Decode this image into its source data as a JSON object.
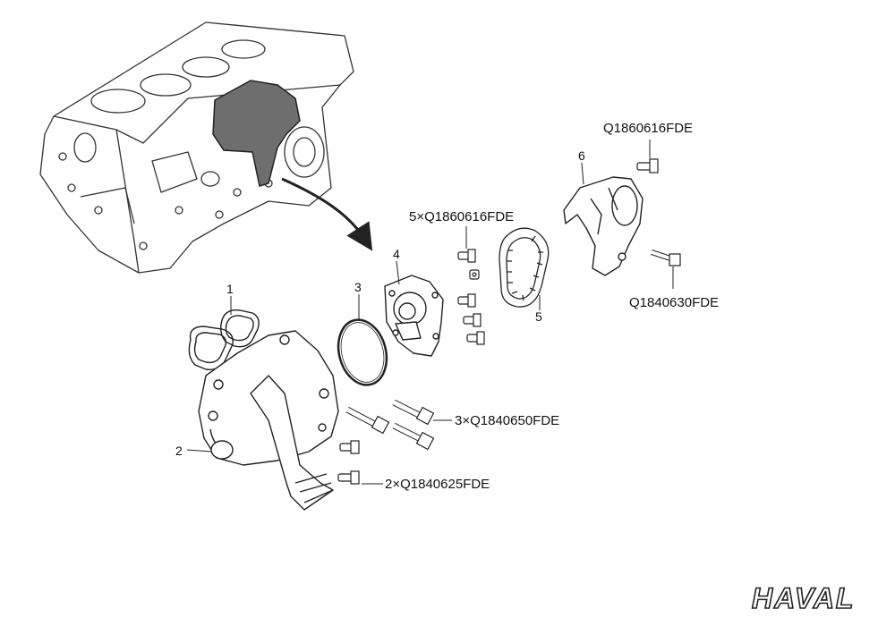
{
  "parts": [
    {
      "ref": "1",
      "kind": "gasket"
    },
    {
      "ref": "2",
      "kind": "thermostat-housing"
    },
    {
      "ref": "3",
      "kind": "o-ring"
    },
    {
      "ref": "4",
      "kind": "water-pump"
    },
    {
      "ref": "5",
      "kind": "drive-belt"
    },
    {
      "ref": "6",
      "kind": "belt-cover"
    }
  ],
  "callouts": {
    "bolt_5x_q1860616": "5×Q1860616FDE",
    "bolt_q1860616": "Q1860616FDE",
    "bolt_q1840630": "Q1840630FDE",
    "bolt_3x_q1840650": "3×Q1840650FDE",
    "bolt_2x_q1840625": "2×Q1840625FDE"
  },
  "brand": {
    "logo_text": "HAVAL"
  },
  "colors": {
    "line": "#222222",
    "highlight": "#6e6e6e",
    "background": "#ffffff"
  }
}
